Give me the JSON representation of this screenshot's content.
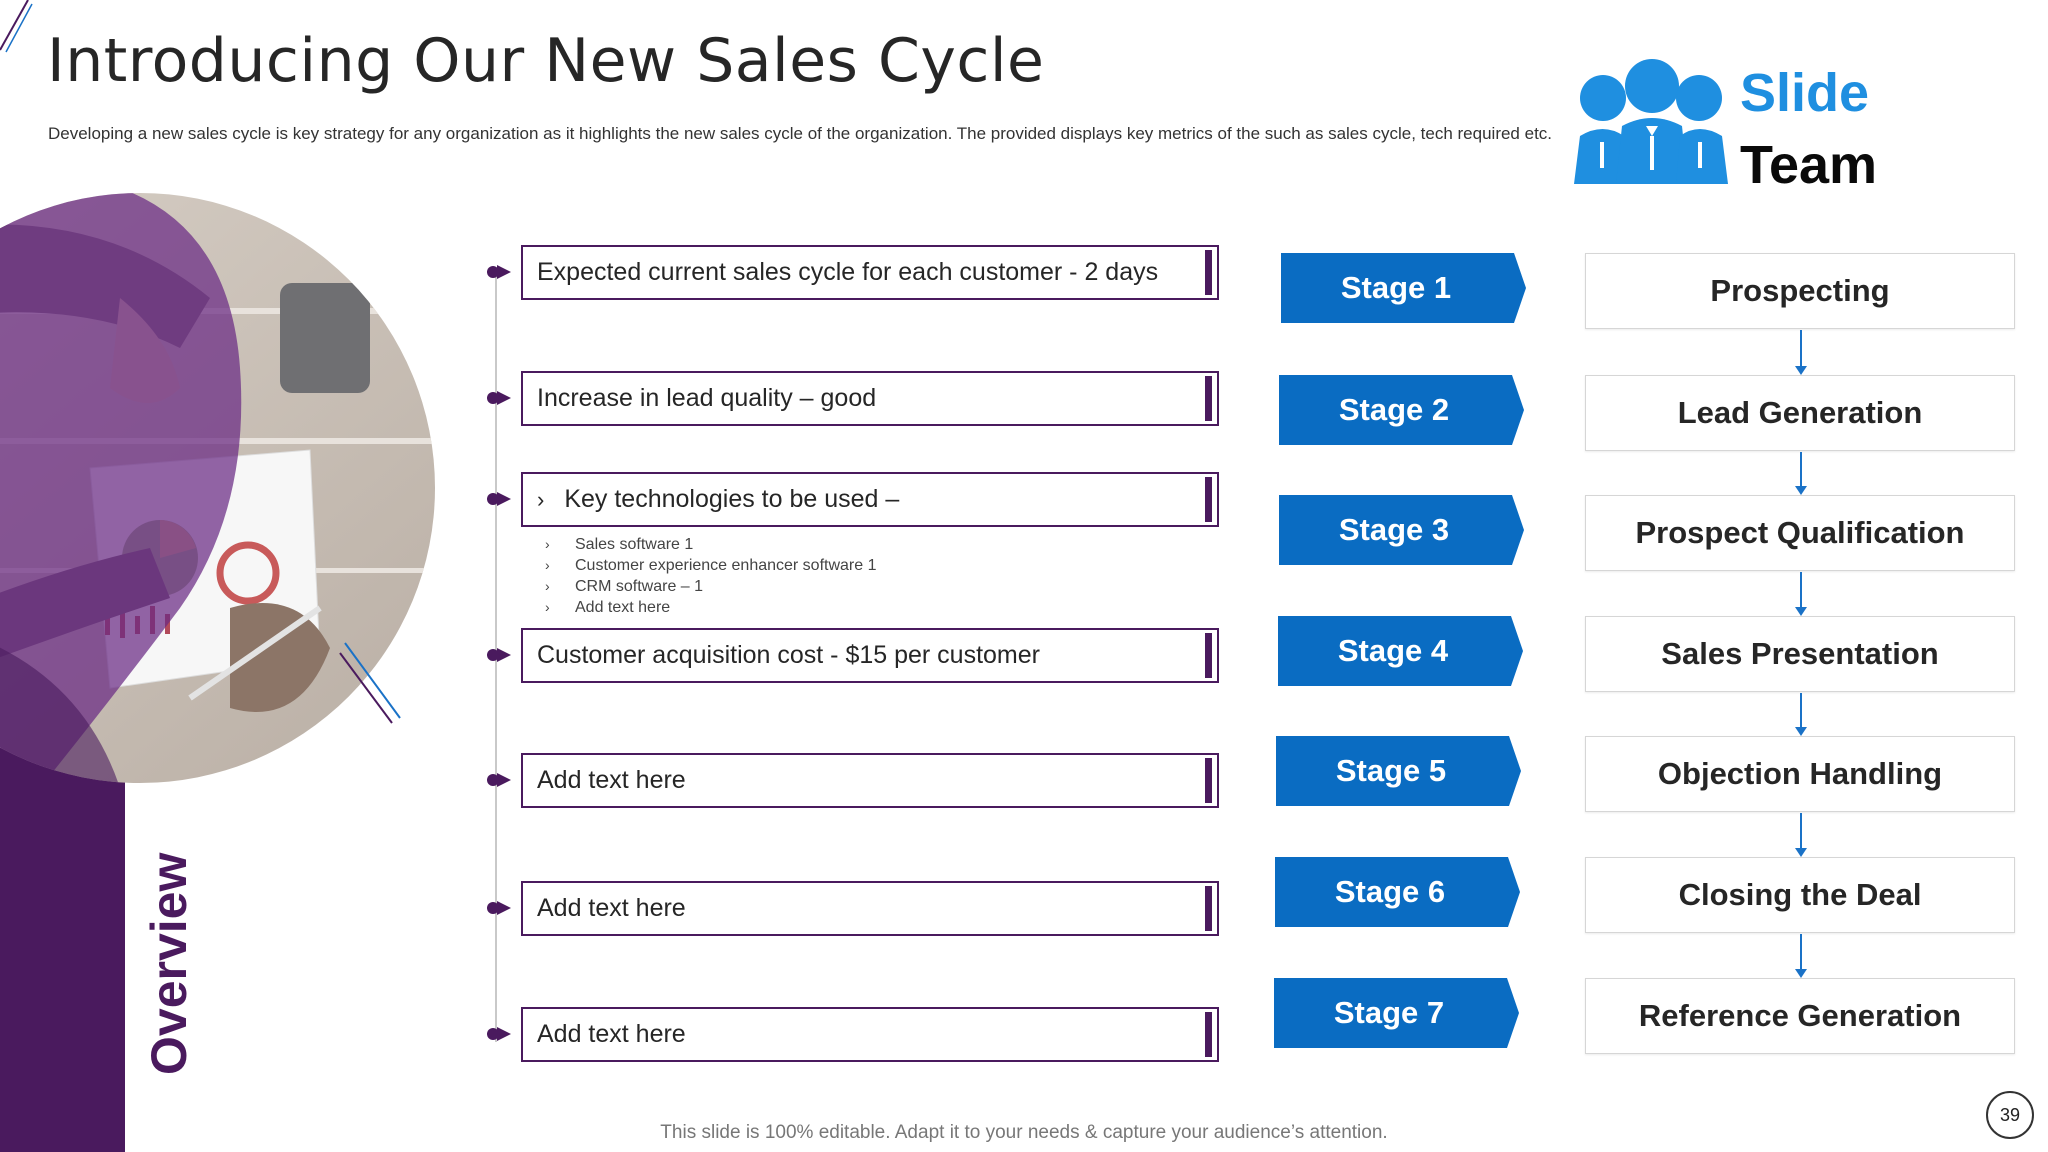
{
  "slide": {
    "title": "Introducing Our New Sales Cycle",
    "subtitle": "Developing a new sales cycle is key strategy for any organization as it highlights the new sales cycle of the organization. The provided displays key metrics of the such as sales cycle, tech required etc.",
    "side_label": "Overview",
    "footer": "This slide is 100% editable. Adapt it to your needs & capture your audience’s attention.",
    "page_number": "39"
  },
  "logo": {
    "line1": "Slide",
    "line2": "Team"
  },
  "metrics": [
    {
      "text": "Expected current  sales cycle for each customer -  2 days"
    },
    {
      "text": "Increase  in lead quality – good"
    },
    {
      "text": "Key technologies to be used –",
      "chevron": "›"
    },
    {
      "text": "Customer acquisition cost - $15 per customer"
    },
    {
      "text": "Add text here"
    },
    {
      "text": "Add text here"
    },
    {
      "text": "Add text here"
    }
  ],
  "technologies": [
    "Sales software 1",
    "Customer experience enhancer software 1",
    "CRM  software – 1",
    "Add text here"
  ],
  "stages": [
    {
      "label": "Stage 1",
      "step": "Prospecting"
    },
    {
      "label": "Stage 2",
      "step": "Lead Generation"
    },
    {
      "label": "Stage 3",
      "step": "Prospect Qualification"
    },
    {
      "label": "Stage 4",
      "step": "Sales Presentation"
    },
    {
      "label": "Stage 5",
      "step": "Objection Handling"
    },
    {
      "label": "Stage 6",
      "step": "Closing the Deal"
    },
    {
      "label": "Stage 7",
      "step": "Reference Generation"
    }
  ],
  "colors": {
    "accent_purple": "#4a1a5e",
    "stage_blue": "#0a6cc2",
    "connector_blue": "#1a72c7"
  }
}
